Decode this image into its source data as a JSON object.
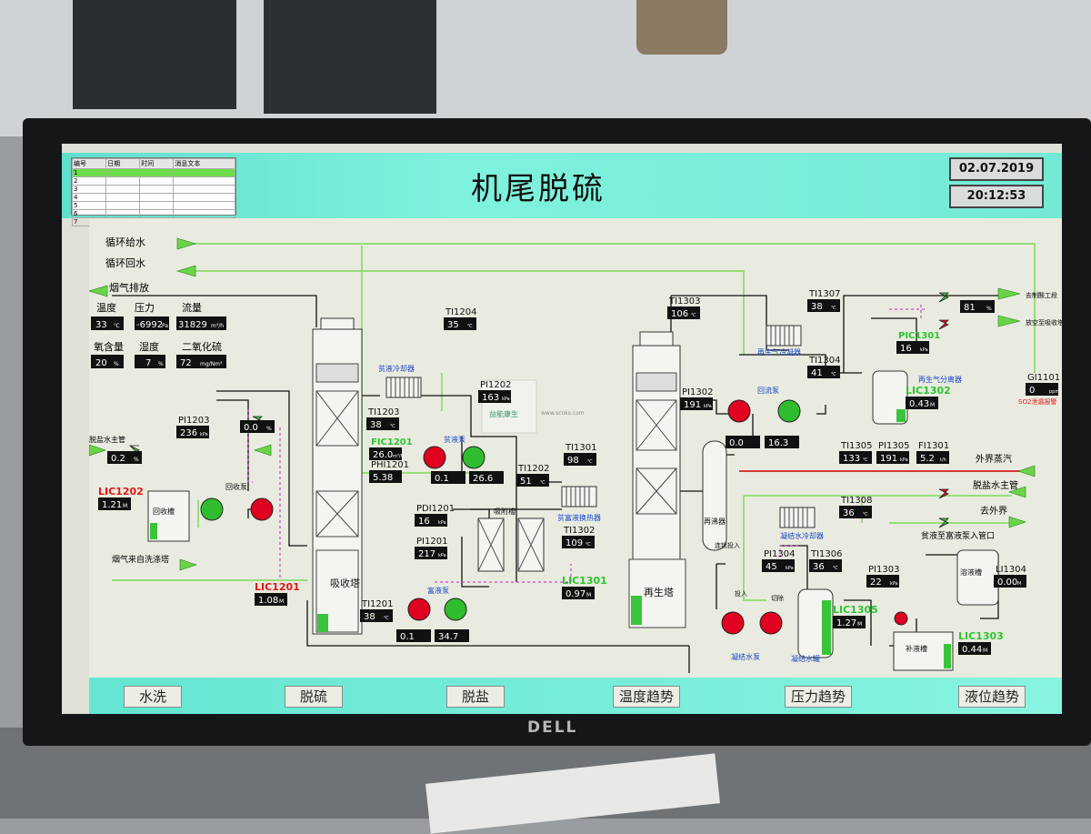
{
  "app": {
    "title": "机尾脱硫",
    "date": "02.07.2019",
    "time": "20:12:53",
    "brand": "DELL"
  },
  "alarm_table": {
    "headers": [
      "编号",
      "日期",
      "时间",
      "消息文本"
    ],
    "row_numbers": [
      "1",
      "2",
      "3",
      "4",
      "5",
      "6",
      "7"
    ]
  },
  "lines": {
    "supply": "循环给水",
    "return": "循环回水",
    "flue_out": "烟气排放",
    "desalt_main": "脱盐水主管",
    "flue_in": "烟气来自洗涤塔",
    "ext_steam": "外界蒸汽",
    "desalt_main2": "脱盐水主管",
    "to_outside": "去外界",
    "rich_inlet": "贫液至富液泵入管口",
    "to_acid": "去制酸工段",
    "to_vacuum": "放空至吸收塔"
  },
  "summary": {
    "labels": {
      "temp": "温度",
      "pressure": "压力",
      "flow": "流量",
      "oxygen": "氧含量",
      "humidity": "湿度",
      "so2": "二氧化硫"
    },
    "values": {
      "temp": "33",
      "pressure": "-6992",
      "flow": "31829",
      "oxygen": "20",
      "humidity": "7",
      "so2": "72"
    },
    "units": {
      "temp": "℃",
      "pressure": "Pa",
      "flow": "m³/h",
      "oxygen": "%",
      "humidity": "%",
      "so2": "mg/Nm³"
    }
  },
  "equipment": {
    "absorber": "吸收塔",
    "regenerator": "再生塔",
    "recovery_tank": "回收槽",
    "recovery_pump": "回收泵",
    "lean_cooler": "贫液冷却器",
    "lean_pump": "贫液泵",
    "adsorber": "吸附槽",
    "rich_pump": "富液泵",
    "heat_exchanger": "贫富液换热器",
    "regen_gas_cooler": "再生气冷凝器",
    "reflux_pump": "回流泵",
    "regen_separator": "再生气分离器",
    "reboiler": "再沸器",
    "cond_cooler": "凝结水冷却器",
    "cond_pump": "凝结水泵",
    "cond_tank": "凝结水罐",
    "makeup_tank": "补液槽",
    "solution_tank": "溶液槽",
    "start_btn1": "连锁投入",
    "start_btn2": "投入",
    "start_btn3": "切除"
  },
  "tags": [
    {
      "id": "TI1204",
      "value": "35",
      "unit": "℃"
    },
    {
      "id": "PI1202",
      "value": "163",
      "unit": "kPa"
    },
    {
      "id": "PI1203",
      "value": "236",
      "unit": "kPa"
    },
    {
      "id": "TI1203",
      "value": "38",
      "unit": "℃"
    },
    {
      "id": "FIC1201",
      "value": "26.0",
      "unit": "m³/h"
    },
    {
      "id": "PHI1201",
      "value": "5.38",
      "unit": ""
    },
    {
      "id": "TI1202",
      "value": "51",
      "unit": "℃"
    },
    {
      "id": "TI1301",
      "value": "98",
      "unit": "℃"
    },
    {
      "id": "TI1302",
      "value": "109",
      "unit": "℃"
    },
    {
      "id": "PDI1201",
      "value": "16",
      "unit": "kPa"
    },
    {
      "id": "PI1201",
      "value": "217",
      "unit": "kPa"
    },
    {
      "id": "TI1201",
      "value": "38",
      "unit": "℃"
    },
    {
      "id": "TI1303",
      "value": "106",
      "unit": "℃"
    },
    {
      "id": "TI1307",
      "value": "38",
      "unit": "℃"
    },
    {
      "id": "TI1304",
      "value": "41",
      "unit": "℃"
    },
    {
      "id": "PI1302",
      "value": "191",
      "unit": "kPa"
    },
    {
      "id": "PIC1301",
      "value": "16",
      "unit": "kPa"
    },
    {
      "id": "TI1305",
      "value": "133",
      "unit": "℃"
    },
    {
      "id": "PI1305",
      "value": "191",
      "unit": "kPa"
    },
    {
      "id": "FI1301",
      "value": "5.2",
      "unit": "t/h"
    },
    {
      "id": "TI1308",
      "value": "36",
      "unit": "℃"
    },
    {
      "id": "PI1304",
      "value": "45",
      "unit": "kPa"
    },
    {
      "id": "TI1306",
      "value": "36",
      "unit": "℃"
    },
    {
      "id": "PI1303",
      "value": "22",
      "unit": "kPa"
    },
    {
      "id": "LI1304",
      "value": "0.00",
      "unit": "M"
    },
    {
      "id": "GI1101",
      "value": "0",
      "unit": "ppm"
    }
  ],
  "levels": [
    {
      "id": "LIC1202",
      "value": "1.21",
      "unit": "M"
    },
    {
      "id": "LIC1201",
      "value": "1.08",
      "unit": "M"
    },
    {
      "id": "LIC1301",
      "value": "0.97",
      "unit": "M"
    },
    {
      "id": "LIC1302",
      "value": "0.43",
      "unit": "M"
    },
    {
      "id": "LIC1305",
      "value": "1.27",
      "unit": "M"
    },
    {
      "id": "LIC1303",
      "value": "0.44",
      "unit": "M"
    }
  ],
  "pump_readouts": {
    "recov_valve": "0.0",
    "recov_valve_unit": "%",
    "desalt_valve": "0.2",
    "desalt_valve_unit": "%",
    "lean_hz1": "0.1",
    "lean_hz2": "26.6",
    "rich_hz1": "0.1",
    "rich_hz2": "34.7",
    "reflux_hz1": "0.0",
    "reflux_hz2": "16.3",
    "out_valve": "81",
    "out_valve_unit": "%"
  },
  "gas_alarm": "SO2泄漏报警",
  "watermark": {
    "brand": "益能康生",
    "url": "www.scnks.com"
  },
  "nav": [
    "水洗",
    "脱硫",
    "脱盐",
    "温度趋势",
    "压力趋势",
    "液位趋势"
  ]
}
